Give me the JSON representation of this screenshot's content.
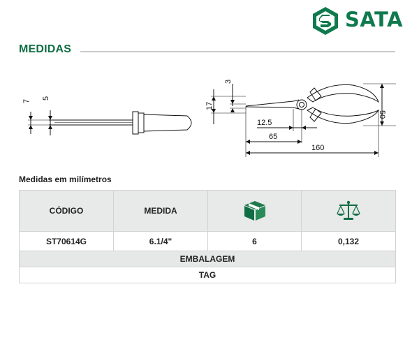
{
  "brand": {
    "name": "SATA",
    "color": "#0f7a4d"
  },
  "section": {
    "title": "MEDIDAS"
  },
  "drawing": {
    "front_dims": [
      "7",
      "5"
    ],
    "side_dims": [
      "3",
      "17",
      "12.5",
      "65",
      "160",
      "50"
    ]
  },
  "note": "Medidas em milímetros",
  "table": {
    "headers": {
      "code": "CÓDIGO",
      "size": "MEDIDA",
      "box_icon": "box-icon",
      "scale_icon": "scale-icon"
    },
    "row": {
      "code": "ST70614G",
      "size": "6.1/4\"",
      "quantity": "6",
      "weight": "0,132"
    },
    "packaging_label": "EMBALAGEM",
    "tag_label": "TAG",
    "accent_color": "#0f6e44"
  }
}
